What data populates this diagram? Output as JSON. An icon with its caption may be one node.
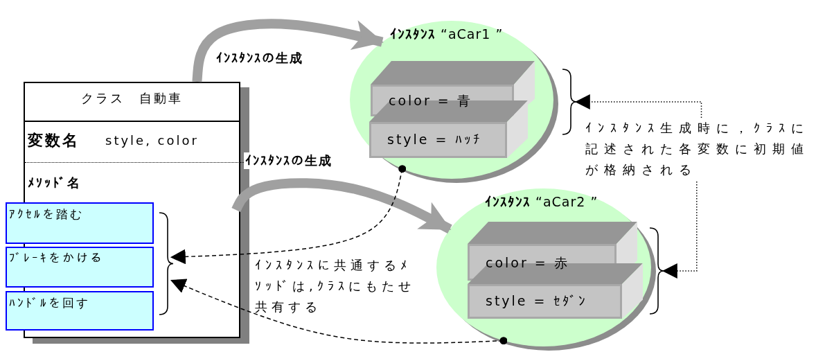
{
  "diagram": {
    "nodes": [
      {
        "text": [
          "クラス　自動車",
          "変数名",
          "style, color",
          "ﾒｿｯﾄﾞ名"
        ]
      },
      {
        "text": [
          "ｱｸｾﾙを踏む"
        ],
        "in": 0
      },
      {
        "text": [
          "ﾌﾞﾚｰｷをかける"
        ],
        "in": 0
      },
      {
        "text": [
          "ﾊﾝﾄﾞﾙを回す"
        ],
        "in": 0
      },
      {
        "text": [
          "**ｲﾝｽﾀﾝｽ** “aCar1 ”"
        ]
      },
      {
        "text": [
          "color =  青"
        ],
        "in": 4
      },
      {
        "text": [
          "style = ﾊｯﾁ"
        ],
        "in": 4
      },
      {
        "text": [
          "**ｲﾝｽﾀﾝｽ** “aCar2 ”"
        ]
      },
      {
        "text": [
          "color =  赤"
        ],
        "in": 7
      },
      {
        "text": [
          "style = ｾﾀﾞﾝ"
        ],
        "in": 7
      },
      {
        "text": [
          "ｲﾝｽﾀﾝｽ生成時に，ｸﾗｽに記述された各変数に初期値が格納される"
        ]
      },
      {
        "text": [],
        "shape": "brace",
        "in": 0
      },
      {
        "text": [],
        "shape": "brace"
      },
      {
        "text": [],
        "shape": "brace"
      }
    ],
    "edges": [
      {
        "from": 0,
        "to": 4,
        "arrow": "to",
        "label": "ｲﾝｽﾀﾝｽの生成",
        "style": "thick",
        "color": "#a0a0a0"
      },
      {
        "from": 0,
        "to": 7,
        "arrow": "to",
        "label": "ｲﾝｽﾀﾝｽの生成",
        "style": "thick",
        "color": "#a0a0a0"
      },
      {
        "from": 4,
        "to": 11,
        "arrow": "to",
        "style": "dashed"
      },
      {
        "from": 7,
        "to": 11,
        "arrow": "to",
        "style": "dashed"
      },
      {
        "from": 10,
        "to": 12,
        "arrow": "to",
        "style": "dashed"
      },
      {
        "from": 10,
        "to": 13,
        "arrow": "to",
        "style": "dashed"
      }
    ],
    "labels": [
      "ｲﾝｽﾀﾝｽに共通するﾒｿｯﾄﾞは,ｸﾗｽにもたせ共有する"
    ]
  }
}
